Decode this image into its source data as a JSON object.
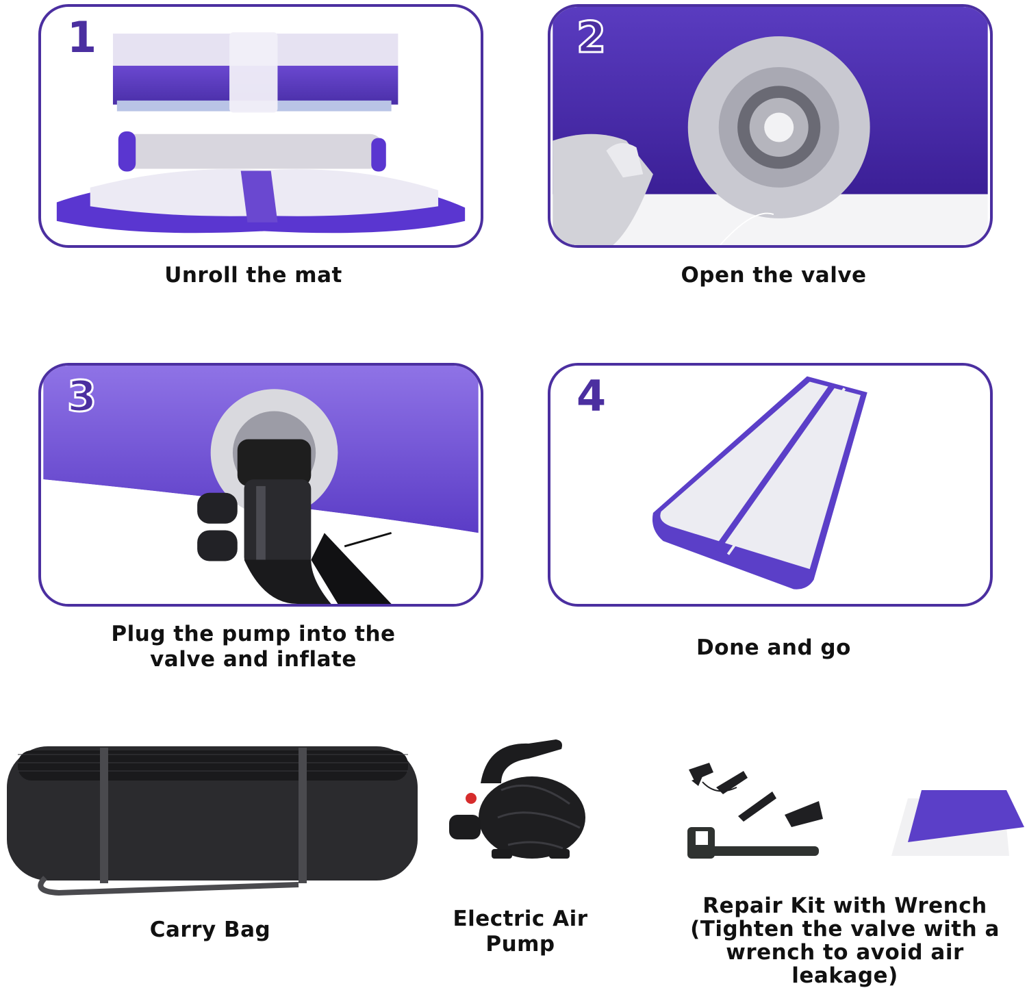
{
  "steps": [
    {
      "number": "1",
      "caption": "Unroll the mat"
    },
    {
      "number": "2",
      "caption": "Open the valve"
    },
    {
      "number": "3",
      "caption": "Plug the pump into the valve and inflate"
    },
    {
      "number": "4",
      "caption": "Done and go"
    }
  ],
  "accessories": [
    {
      "label": "Carry Bag"
    },
    {
      "label": "Electric Air Pump"
    },
    {
      "label": "Repair Kit with Wrench (Tighten the valve with a wrench to avoid air leakage)"
    }
  ],
  "colors": {
    "accent": "#4b2fa0",
    "mat_purple": "#5b3fc8",
    "mat_light": "#e8e6f0",
    "equipment_black": "#1e1e1e"
  },
  "icons": [
    "rolled-mat",
    "valve",
    "pump-in-valve",
    "inflated-mat",
    "carry-bag",
    "air-pump",
    "repair-kit"
  ]
}
